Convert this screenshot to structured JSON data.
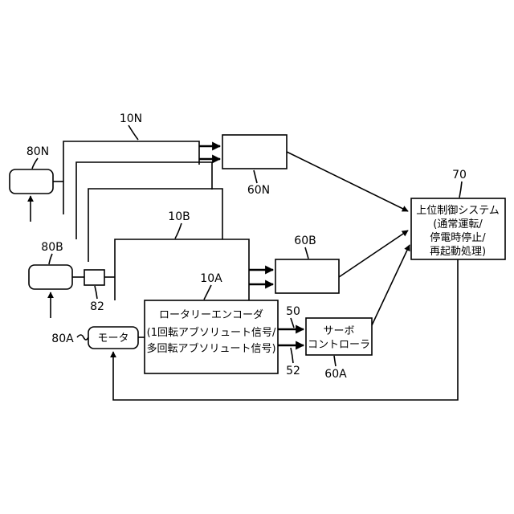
{
  "labels": {
    "encoder_10N": "10N",
    "encoder_10B": "10B",
    "encoder_10A": "10A",
    "motor_80N": "80N",
    "motor_80B": "80B",
    "motor_80A": "80A",
    "sensor_82": "82",
    "controller_60N": "60N",
    "controller_60B": "60B",
    "controller_60A": "60A",
    "host_70": "70",
    "signal_50": "50",
    "signal_52": "52"
  },
  "blocks": {
    "encoder_10A": {
      "title": "ロータリーエンコーダ",
      "line1": "(1回転アブソリュート信号/",
      "line2": "多回転アブソリュート信号)"
    },
    "servo_controller_60A": {
      "line1": "サーボ",
      "line2": "コントローラ"
    },
    "motor_80A": {
      "label": "モータ"
    },
    "host_system_70": {
      "line1": "上位制御システム",
      "line2": "(通常運転/",
      "line3": "停電時停止/",
      "line4": "再起動処理)"
    }
  }
}
